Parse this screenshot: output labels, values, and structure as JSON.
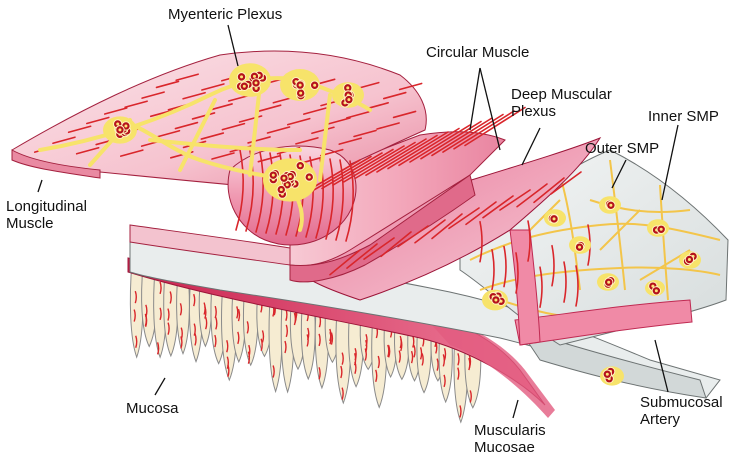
{
  "labels": {
    "myenteric_plexus": "Myenteric Plexus",
    "circular_muscle": "Circular Muscle",
    "deep_muscular_plexus": [
      "Deep Muscular",
      "Plexus"
    ],
    "inner_smp": "Inner SMP",
    "outer_smp": "Outer SMP",
    "longitudinal_muscle": [
      "Longitudinal",
      "Muscle"
    ],
    "mucosa": "Mucosa",
    "muscularis_mucosae": [
      "Muscularis",
      "Mucosae"
    ],
    "submucosal_artery": [
      "Submucosal",
      "Artery"
    ]
  },
  "colors": {
    "muscle_pink": "#f4b8c8",
    "muscle_deep": "#e06a8a",
    "fiber_red": "#d9262b",
    "plexus_yellow": "#f7e36a",
    "ganglion_red": "#b5121b",
    "submucosa_gray": "#e6eaea",
    "mucosa_cream": "#f6ecd2",
    "mucosa_stroke": "#8a8a8a",
    "muscularis_mucosae": "#d8315b"
  }
}
